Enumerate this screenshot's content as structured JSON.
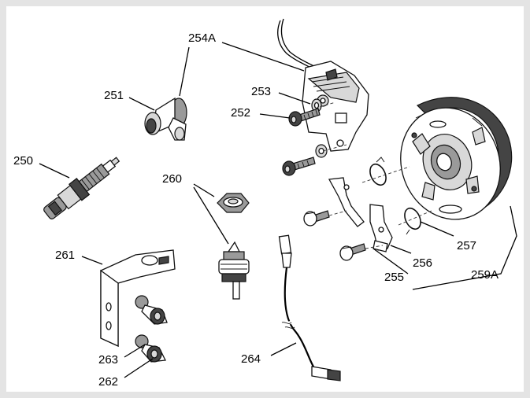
{
  "diagram": {
    "labels": {
      "l250": "250",
      "l251": "251",
      "l252": "252",
      "l253": "253",
      "l254A": "254A",
      "l255": "255",
      "l256": "256",
      "l257": "257",
      "l259A": "259A",
      "l260": "260",
      "l261": "261",
      "l262": "262",
      "l263": "263",
      "l264": "264"
    }
  }
}
